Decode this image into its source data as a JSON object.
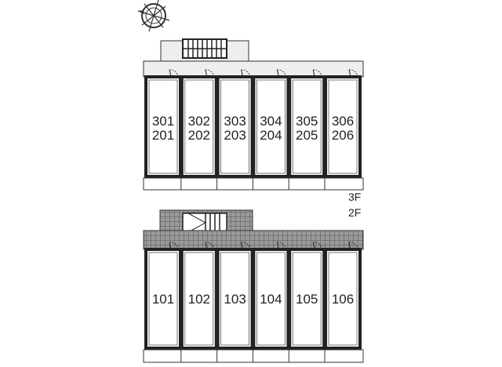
{
  "colors": {
    "wall": "#222222",
    "corridor": "#eeeeee",
    "unit_fill": "#ffffff",
    "hatch": "#777777"
  },
  "compass": {
    "icon": "compass-rose-icon"
  },
  "floors": {
    "upper": {
      "units": [
        {
          "top": "301",
          "bottom": "201"
        },
        {
          "top": "302",
          "bottom": "202"
        },
        {
          "top": "303",
          "bottom": "203"
        },
        {
          "top": "304",
          "bottom": "204"
        },
        {
          "top": "305",
          "bottom": "205"
        },
        {
          "top": "306",
          "bottom": "206"
        }
      ]
    },
    "lower": {
      "units": [
        {
          "top": "101"
        },
        {
          "top": "102"
        },
        {
          "top": "103"
        },
        {
          "top": "104"
        },
        {
          "top": "105"
        },
        {
          "top": "106"
        }
      ]
    }
  },
  "floor_labels": {
    "f3": "3F",
    "f2": "2F"
  }
}
